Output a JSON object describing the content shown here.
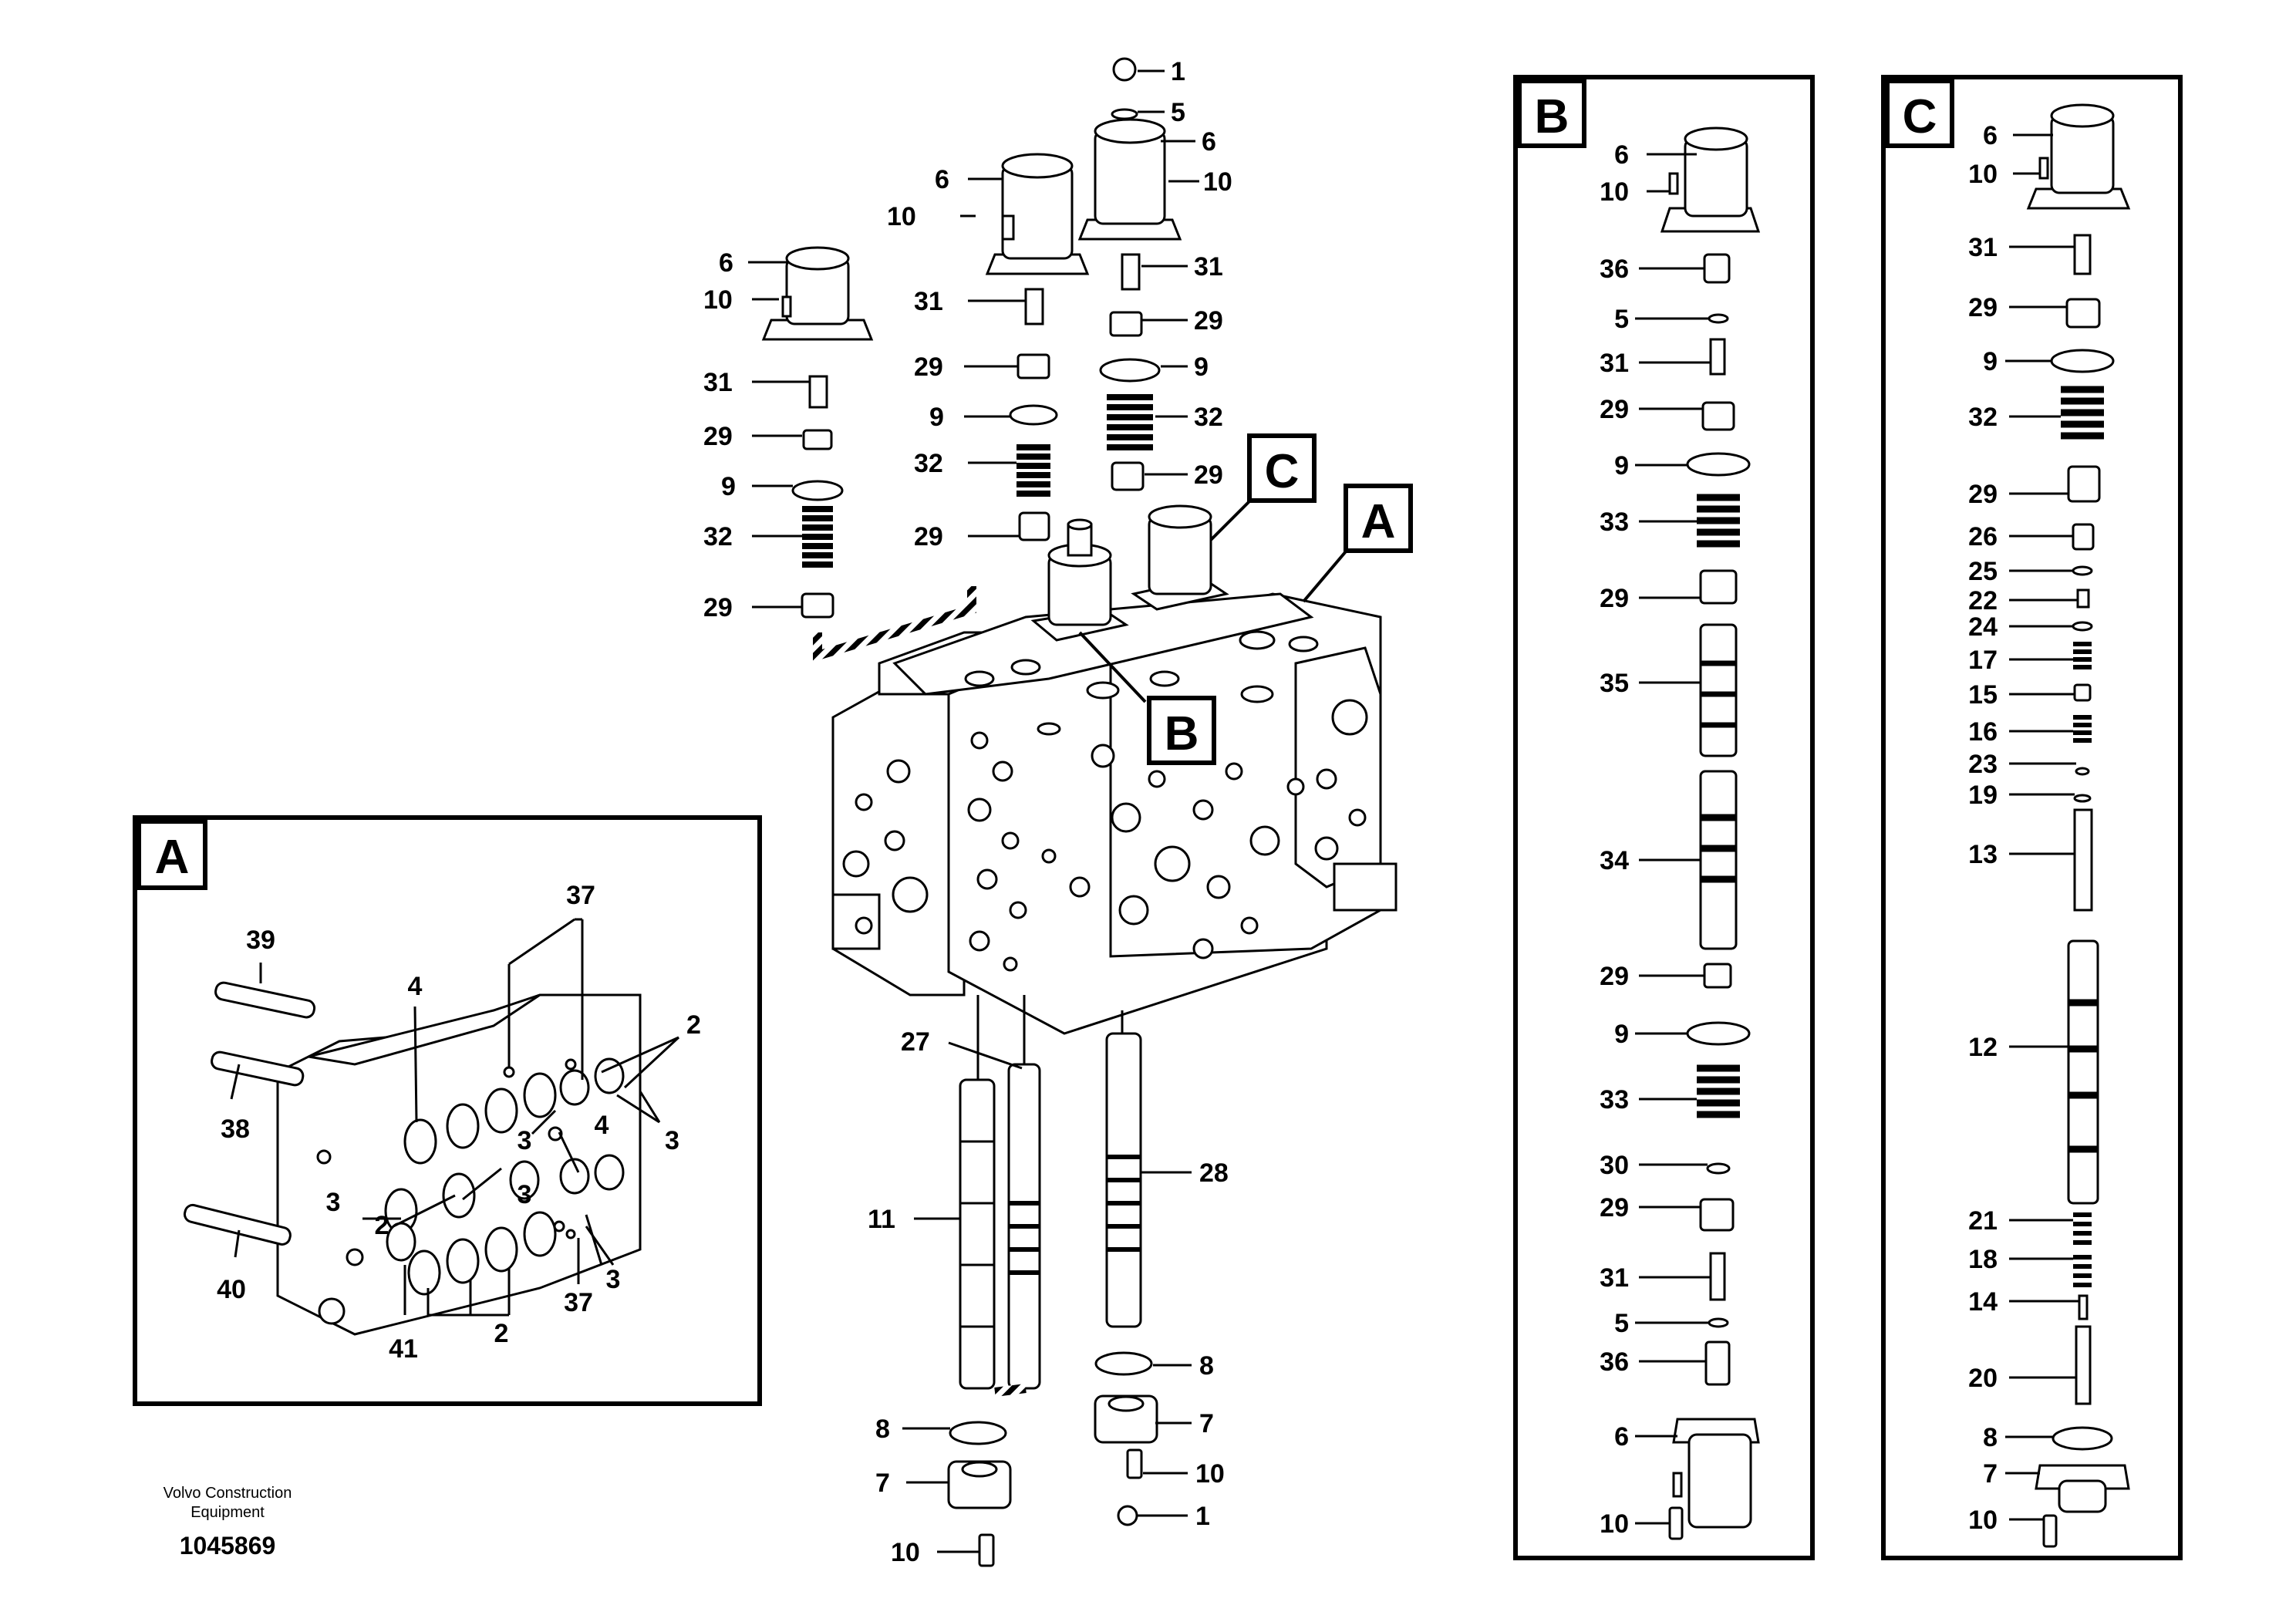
{
  "credit": {
    "line1": "Volvo Construction",
    "line2": "Equipment",
    "drawing_number": "1045869"
  },
  "frames": {
    "A": "A",
    "B": "B",
    "C": "C"
  },
  "main_callouts": [
    "1",
    "5",
    "6",
    "10",
    "31",
    "29",
    "9",
    "32",
    "29",
    "6",
    "10",
    "31",
    "29",
    "9",
    "32",
    "29",
    "6",
    "10",
    "31",
    "29",
    "9",
    "32",
    "29",
    "27",
    "28",
    "11",
    "8",
    "7",
    "10",
    "8",
    "7",
    "10",
    "1"
  ],
  "detail_a_callouts": [
    "37",
    "39",
    "4",
    "2",
    "3",
    "38",
    "4",
    "3",
    "3",
    "2",
    "3",
    "3",
    "40",
    "41",
    "2",
    "37"
  ],
  "detail_b_callouts": [
    "6",
    "10",
    "36",
    "5",
    "31",
    "29",
    "9",
    "33",
    "29",
    "35",
    "34",
    "29",
    "9",
    "33",
    "30",
    "29",
    "31",
    "5",
    "36",
    "6",
    "10"
  ],
  "detail_c_callouts": [
    "6",
    "10",
    "31",
    "29",
    "9",
    "32",
    "29",
    "26",
    "25",
    "22",
    "24",
    "17",
    "15",
    "16",
    "23",
    "19",
    "13",
    "12",
    "21",
    "18",
    "14",
    "20",
    "8",
    "7",
    "10"
  ]
}
